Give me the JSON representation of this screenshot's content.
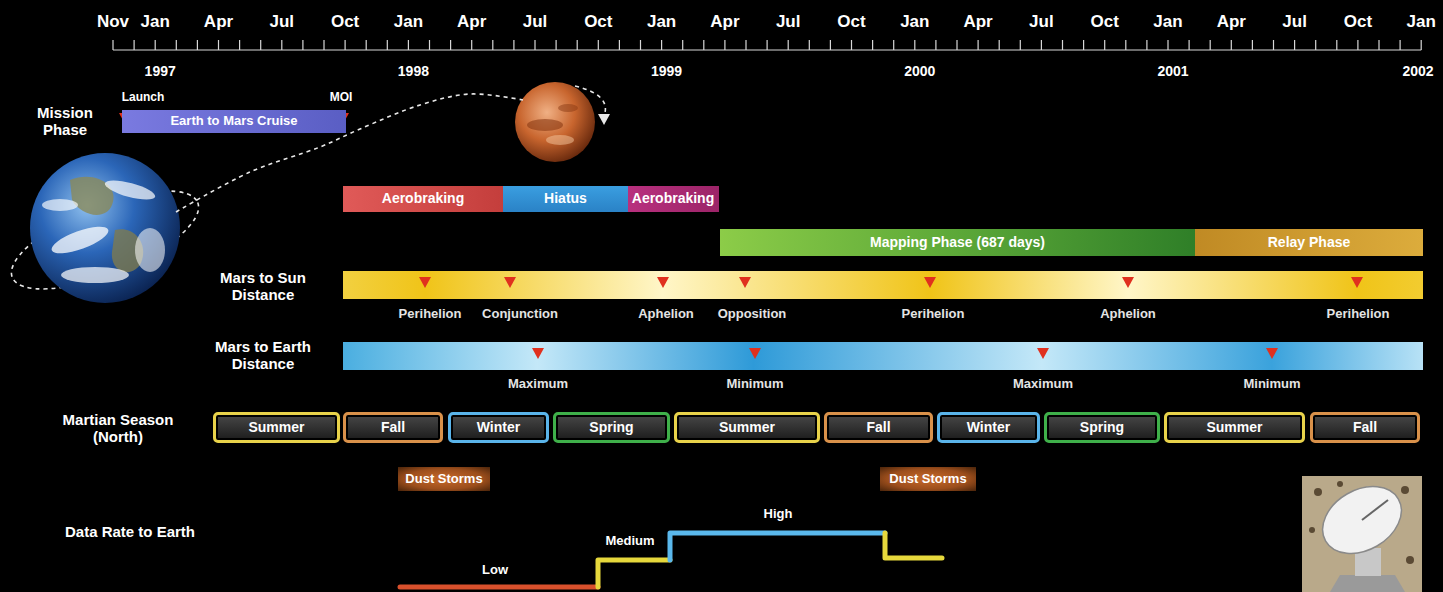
{
  "diagram": {
    "nodes": [
      {
        "text": [
          "Earth to Mars Cruise"
        ]
      },
      {
        "text": [
          "Aerobraking"
        ]
      },
      {
        "text": [
          "Hiatus"
        ]
      },
      {
        "text": [
          "Aerobraking"
        ]
      },
      {
        "text": [
          "Mapping Phase (687 days)"
        ]
      },
      {
        "text": [
          "Relay Phase"
        ]
      },
      {
        "text": [
          "Summer"
        ]
      },
      {
        "text": [
          "Fall"
        ]
      },
      {
        "text": [
          "Winter"
        ]
      },
      {
        "text": [
          "Spring"
        ]
      },
      {
        "text": [
          "Summer"
        ]
      },
      {
        "text": [
          "Fall"
        ]
      },
      {
        "text": [
          "Winter"
        ]
      },
      {
        "text": [
          "Spring"
        ]
      },
      {
        "text": [
          "Summer"
        ]
      },
      {
        "text": [
          "Fall"
        ]
      },
      {
        "text": [
          "Dust Storms"
        ]
      },
      {
        "text": [
          "Dust Storms"
        ]
      }
    ],
    "labels": [
      "Nov",
      "Jan",
      "Apr",
      "Jul",
      "Oct",
      "Jan",
      "Apr",
      "Jul",
      "Oct",
      "Jan",
      "Apr",
      "Jul",
      "Oct",
      "Jan",
      "Apr",
      "Jul",
      "Oct",
      "Jan",
      "Apr",
      "Jul",
      "Oct",
      "Jan",
      "1997",
      "1998",
      "1999",
      "2000",
      "2001",
      "2002",
      "Launch",
      "MOI",
      "Mission Phase",
      "Mars to Sun Distance",
      "Perihelion",
      "Conjunction",
      "Aphelion",
      "Opposition",
      "Perihelion",
      "Aphelion",
      "Perihelion",
      "Mars to Earth Distance",
      "Maximum",
      "Minimum",
      "Maximum",
      "Minimum",
      "Martian Season (North)",
      "Data Rate to Earth",
      "High",
      "Medium",
      "Low"
    ]
  }
}
